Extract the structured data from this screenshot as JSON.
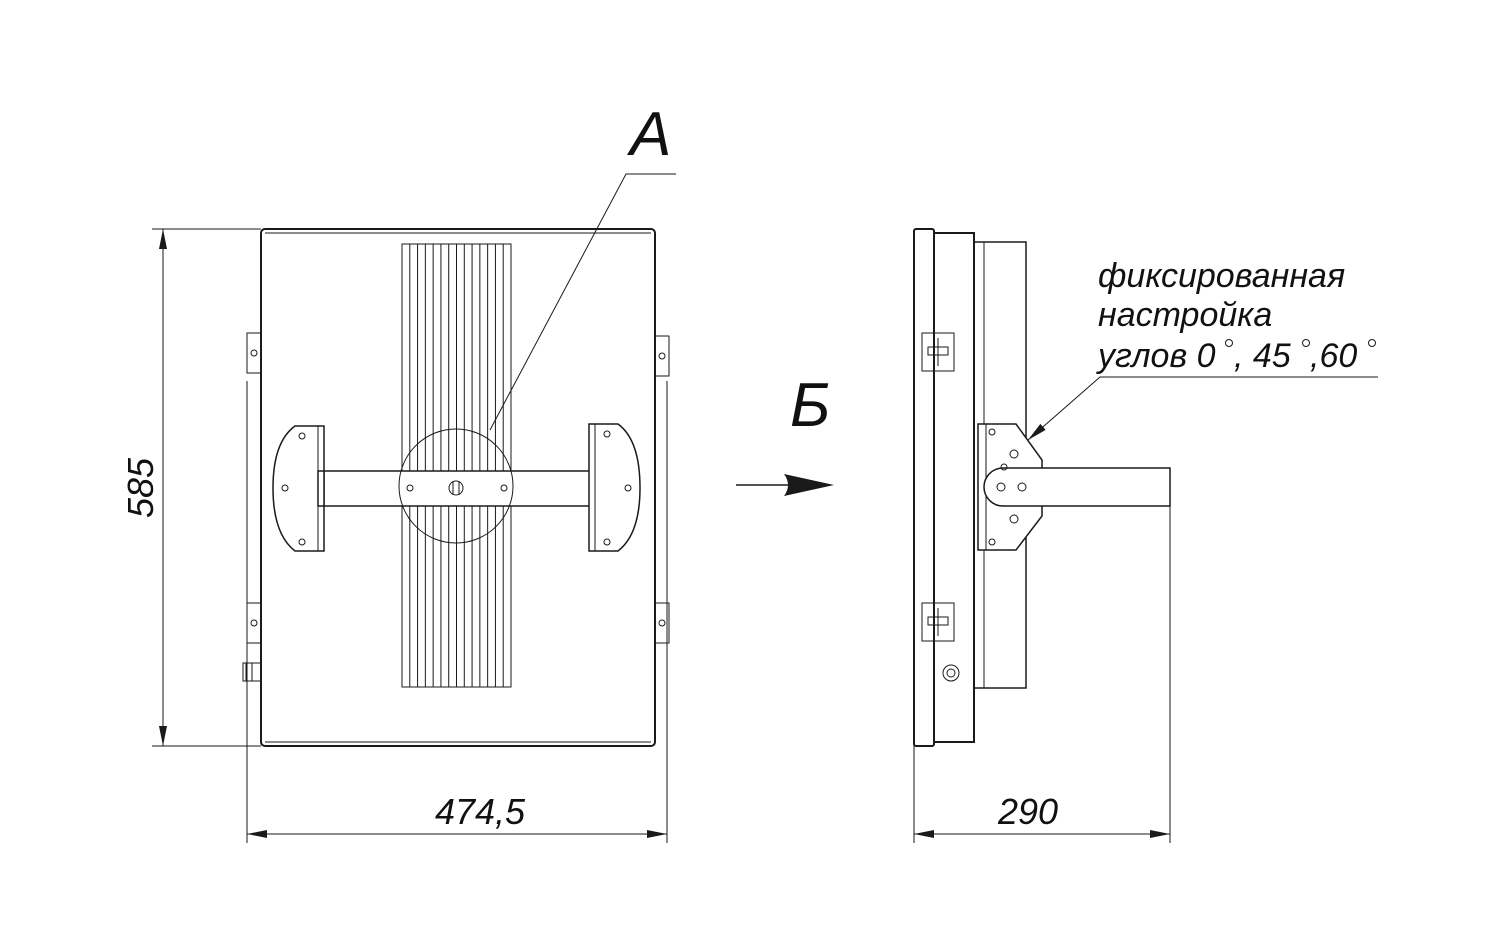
{
  "drawing": {
    "view_labels": {
      "detail": "А",
      "view": "Б"
    },
    "dimensions": {
      "height": "585",
      "width": "474,5",
      "depth": "290"
    },
    "note": {
      "line1": "фиксированная",
      "line2": "настройка",
      "line3_prefix": "углов 0",
      "line3_mid1": ", 45",
      "line3_mid2": ",60"
    },
    "colors": {
      "ink": "#1a1a1a",
      "background": "#ffffff"
    }
  }
}
